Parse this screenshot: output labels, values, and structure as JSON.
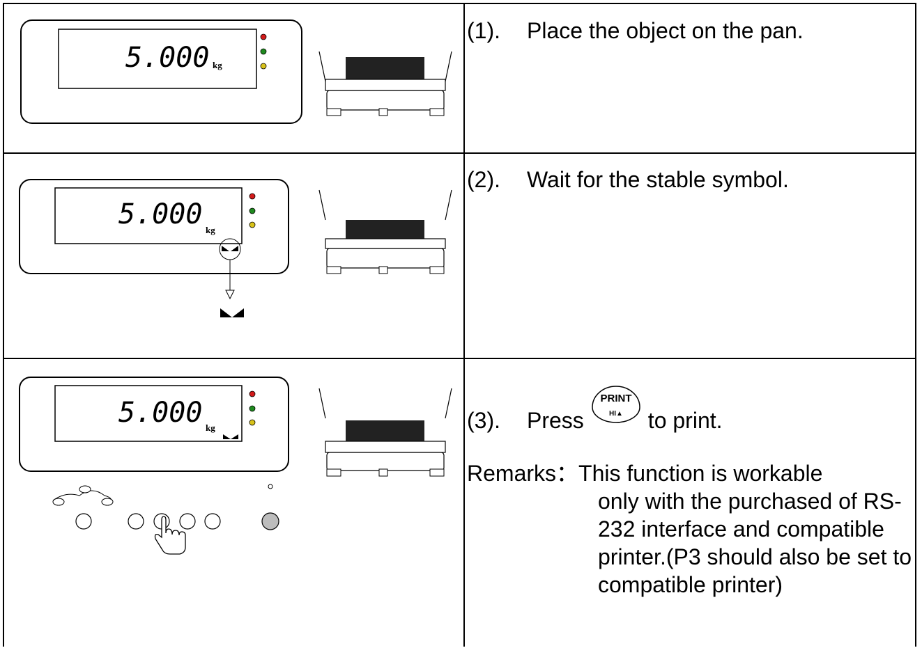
{
  "display": {
    "value": "5.000",
    "unit": "kg"
  },
  "steps": [
    {
      "number": "(1).",
      "text": "Place the object on the pan."
    },
    {
      "number": "(2).",
      "text": "Wait for the stable symbol."
    },
    {
      "number": "(3).",
      "before": "Press",
      "after": "to print.",
      "button": {
        "top": "PRINT",
        "bottom": "HI▲"
      }
    }
  ],
  "remarks": {
    "label": "Remarks：",
    "first_line": "This function is workable",
    "body": "only with the purchased of RS-232 interface and compatible printer.(P3 should also be set to compatible printer)"
  },
  "colors": {
    "led_red": "#d21a1a",
    "led_green": "#1f8a1f",
    "led_yellow": "#d8c21a",
    "pan": "#222222"
  }
}
